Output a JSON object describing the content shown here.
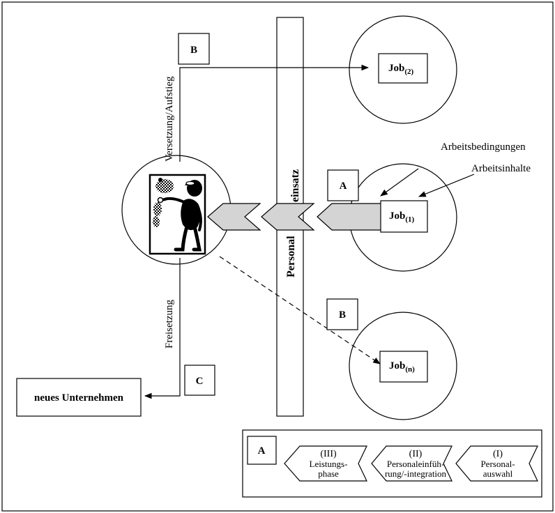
{
  "labels": {
    "box_b_top": "B",
    "box_a": "A",
    "box_b_bottom": "B",
    "box_c": "C",
    "versetzung": "Versetzung/Aufstieg",
    "freisetzung": "Freisetzung",
    "personal": "Personal",
    "einsatz": "einsatz",
    "arbeitsbedingungen": "Arbeitsbedingungen",
    "arbeitsinhalte": "Arbeitsinhalte",
    "neues_unternehmen": "neues Unternehmen"
  },
  "jobs": {
    "job2": {
      "main": "Job",
      "sub": "(2)"
    },
    "job1": {
      "main": "Job",
      "sub": "(1)"
    },
    "jobn": {
      "main": "Job",
      "sub": "(n)"
    }
  },
  "legend": {
    "key": "A",
    "phases": [
      {
        "num": "(III)",
        "line1": "Leistungs-",
        "line2": "phase"
      },
      {
        "num": "(II)",
        "line1": "Personaleinfüh-",
        "line2": "rung/-integration"
      },
      {
        "num": "(I)",
        "line1": "Personal-",
        "line2": "auswahl"
      }
    ]
  },
  "colors": {
    "line": "#000000",
    "arrow_fill": "#d4d4d4",
    "background": "#ffffff"
  },
  "icons": {
    "worker": "silhouette-person-icon"
  }
}
